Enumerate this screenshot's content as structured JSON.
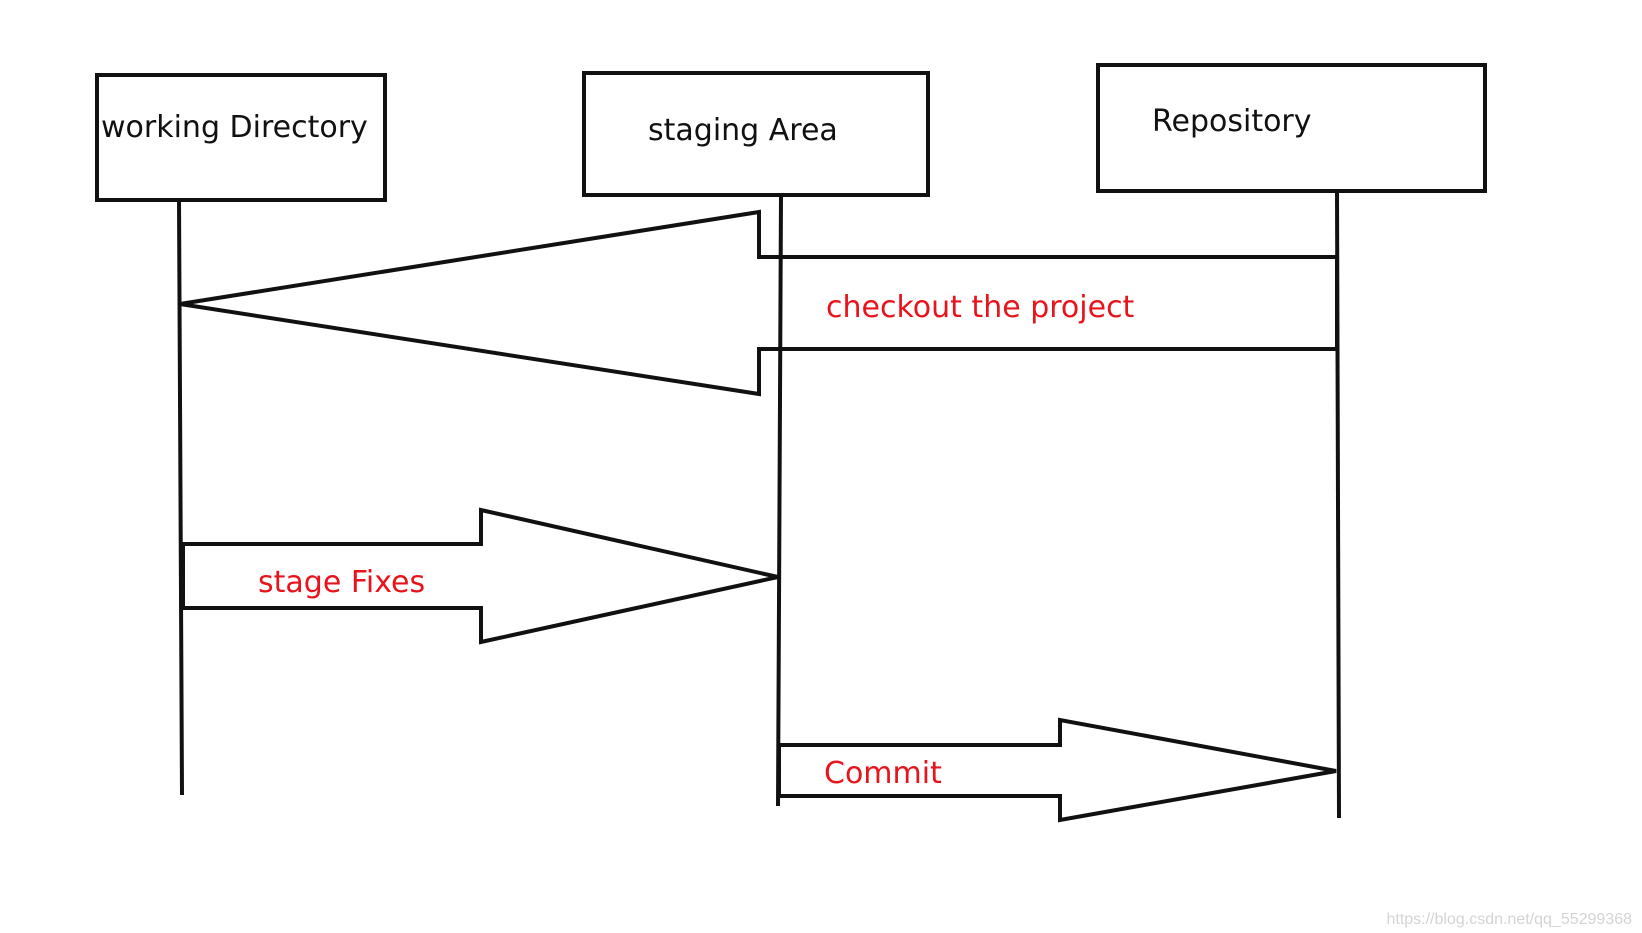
{
  "nodes": {
    "working_directory": "working Directory",
    "staging_area": "staging Area",
    "repository": "Repository"
  },
  "messages": {
    "checkout": "checkout the project",
    "stage": "stage Fixes",
    "commit": "Commit"
  },
  "watermark": "https://blog.csdn.net/qq_55299368",
  "colors": {
    "stroke": "#111111",
    "label": "#e8141c",
    "watermark": "#d4d4d4"
  }
}
